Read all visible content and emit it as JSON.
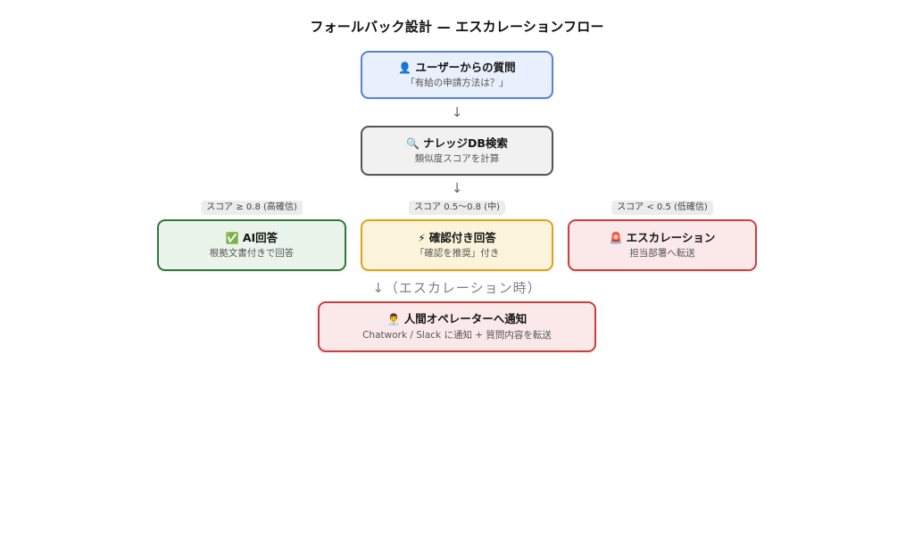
{
  "title": "フォールバック設計 — エスカレーションフロー",
  "nodes": {
    "user": {
      "icon": "👤",
      "label": "ユーザーからの質問",
      "sub": "「有給の申請方法は？」"
    },
    "search": {
      "icon": "🔍",
      "label": "ナレッジDB検索",
      "sub": "類似度スコアを計算"
    },
    "ai": {
      "icon": "✅",
      "label": "AI回答",
      "sub": "根拠文書付きで回答",
      "badge": "スコア ≥ 0.8 (高確信)"
    },
    "confirm": {
      "icon": "⚡",
      "label": "確認付き回答",
      "sub": "「確認を推奨」付き",
      "badge": "スコア 0.5〜0.8 (中)"
    },
    "escalate": {
      "icon": "🚨",
      "label": "エスカレーション",
      "sub": "担当部署へ転送",
      "badge": "スコア < 0.5 (低確信)"
    },
    "notify": {
      "icon": "👨‍💼",
      "label": "人間オペレーターへ通知",
      "sub": "Chatwork / Slack に通知 + 質問内容を転送"
    }
  },
  "connectors": {
    "down_arrow": "↓",
    "escalation_note": "↓（エスカレーション時）"
  },
  "colors": {
    "user_border": "#5585d6",
    "user_bg": "#e9effb",
    "search_border": "#555555",
    "search_bg": "#f1f1f1",
    "ai_border": "#2b7a36",
    "ai_bg": "#eaf4ea",
    "confirm_border": "#dfa215",
    "confirm_bg": "#fcf4da",
    "escalate_border": "#cc3f3f",
    "escalate_bg": "#fbe9e9"
  }
}
